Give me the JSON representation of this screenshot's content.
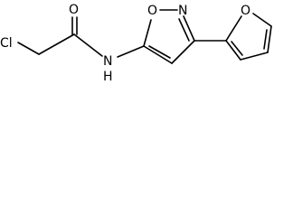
{
  "structure": {
    "atoms": {
      "chlorine": "Cl",
      "carbonyl_oxygen": "O",
      "amide_nitrogen": "N",
      "amide_hydrogen": "H",
      "isoxazole_oxygen": "O",
      "isoxazole_nitrogen": "N",
      "furan_oxygen": "O"
    },
    "colors": {
      "bond": "#000000",
      "label": "#000000",
      "background": "#ffffff"
    }
  }
}
